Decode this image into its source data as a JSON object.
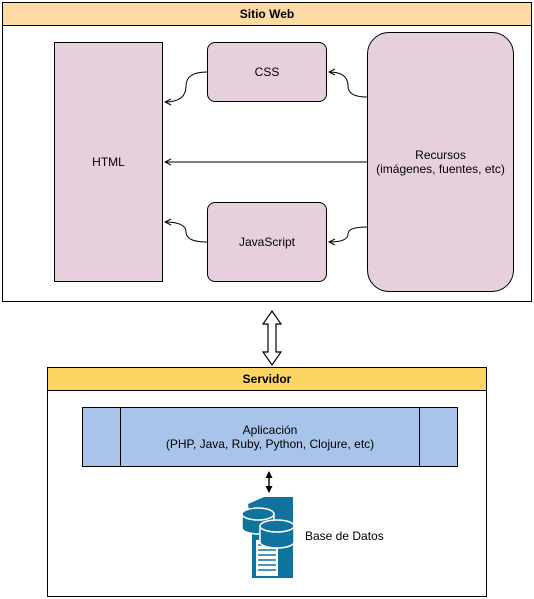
{
  "web": {
    "title": "Sitio Web",
    "html_label": "HTML",
    "css_label": "CSS",
    "js_label": "JavaScript",
    "resources_label": "Recursos",
    "resources_sub": "(imágenes, fuentes, etc)"
  },
  "server": {
    "title": "Servidor",
    "app_label": "Aplicación",
    "app_sub": "(PHP, Java, Ruby, Python, Clojure, etc)",
    "db_label": "Base de Datos",
    "db_icon": "database-server-icon"
  },
  "colors": {
    "web_header": "#fdd9a4",
    "server_header": "#fcd563",
    "component_fill": "#e6d0de",
    "app_fill": "#a9c4eb",
    "db_icon": "#10739e"
  }
}
